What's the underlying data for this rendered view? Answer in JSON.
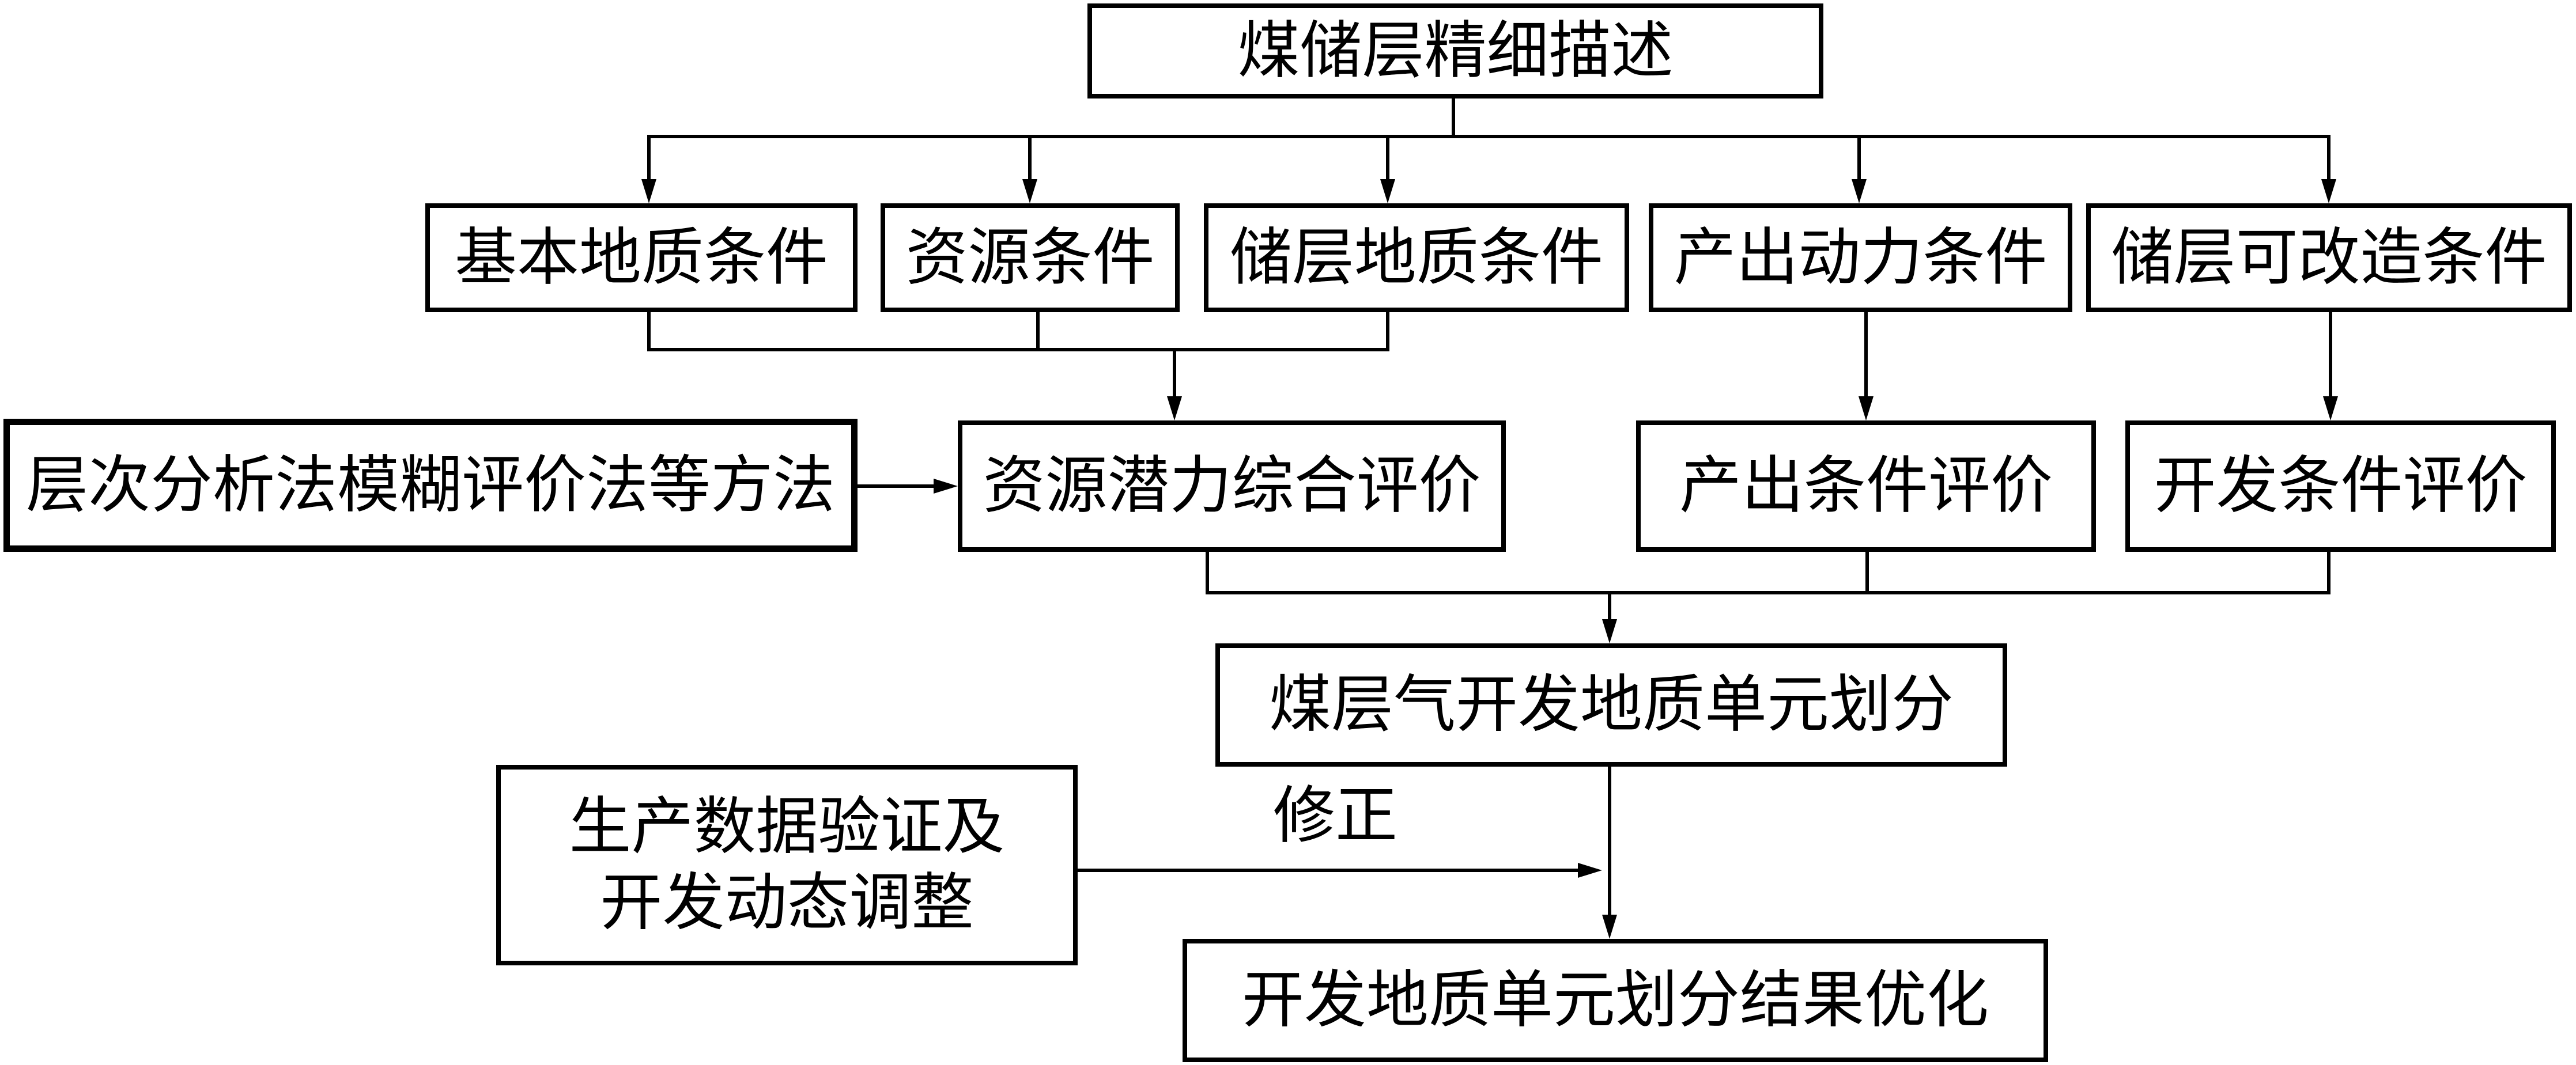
{
  "source": "煤储层精细描述",
  "conditions": [
    "基本地质条件",
    "资源条件",
    "储层地质条件",
    "产出动力条件",
    "储层可改造条件"
  ],
  "method": "层次分析法模糊评价法等方法",
  "evaluations": [
    "资源潜力综合评价",
    "产出条件评价",
    "开发条件评价"
  ],
  "division": "煤层气开发地质单元划分",
  "validation": {
    "lines": [
      "生产数据验证及",
      "开发动态调整"
    ]
  },
  "correction_label": "修正",
  "result": "开发地质单元划分结果优化",
  "colors": {
    "line": "#000000",
    "box_border": "#000000",
    "background": "#ffffff"
  }
}
